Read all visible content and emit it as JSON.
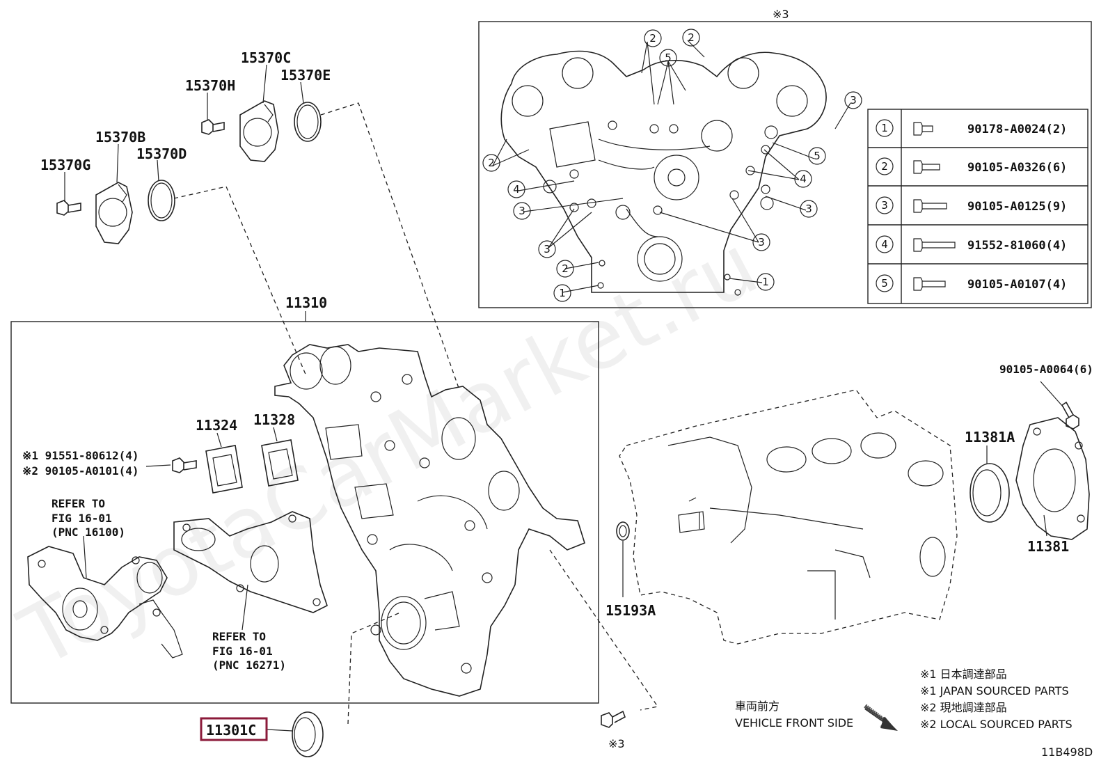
{
  "watermark": "ToyotaCarMarket.ru",
  "figure_id": "11B498D",
  "detail_marker": "※3",
  "main_box_label": "11310",
  "callouts": {
    "p15370C": "15370C",
    "p15370E": "15370E",
    "p15370H": "15370H",
    "p15370B": "15370B",
    "p15370D": "15370D",
    "p15370G": "15370G",
    "p11324": "11324",
    "p11328": "11328",
    "p11301C": "11301C",
    "p11381A": "11381A",
    "p11381": "11381",
    "p15193A": "15193A",
    "p90105A0064": "90105-A0064(6)",
    "bolt_note_1": "※1 91551-80612(4)",
    "bolt_note_2": "※2 90105-A0101(4)",
    "bottom_bolt_marker": "※3"
  },
  "refer1": {
    "line1": "REFER TO",
    "line2": "FIG 16-01",
    "line3": "(PNC 16100)"
  },
  "refer2": {
    "line1": "REFER TO",
    "line2": "FIG 16-01",
    "line3": "(PNC 16271)"
  },
  "direction": {
    "jp": "車両前方",
    "en": "VEHICLE FRONT SIDE"
  },
  "legend": [
    "※1 日本調達部品",
    "※1 JAPAN SOURCED PARTS",
    "※2 現地調達部品",
    "※2 LOCAL SOURCED PARTS"
  ],
  "bolt_table": [
    {
      "n": "1",
      "part": "90178-A0024(2)"
    },
    {
      "n": "2",
      "part": "90105-A0326(6)"
    },
    {
      "n": "3",
      "part": "90105-A0125(9)"
    },
    {
      "n": "4",
      "part": "91552-81060(4)"
    },
    {
      "n": "5",
      "part": "90105-A0107(4)"
    }
  ],
  "detail_nums": {
    "a": "2",
    "b": "2",
    "c": "5",
    "d": "3",
    "e": "2",
    "f": "5",
    "g": "4",
    "h": "3",
    "i": "4",
    "j": "3",
    "k": "3",
    "l": "3",
    "m": "2",
    "n": "1",
    "o": "1"
  },
  "colors": {
    "highlight": "#8b1a3a",
    "ink": "#222222"
  }
}
